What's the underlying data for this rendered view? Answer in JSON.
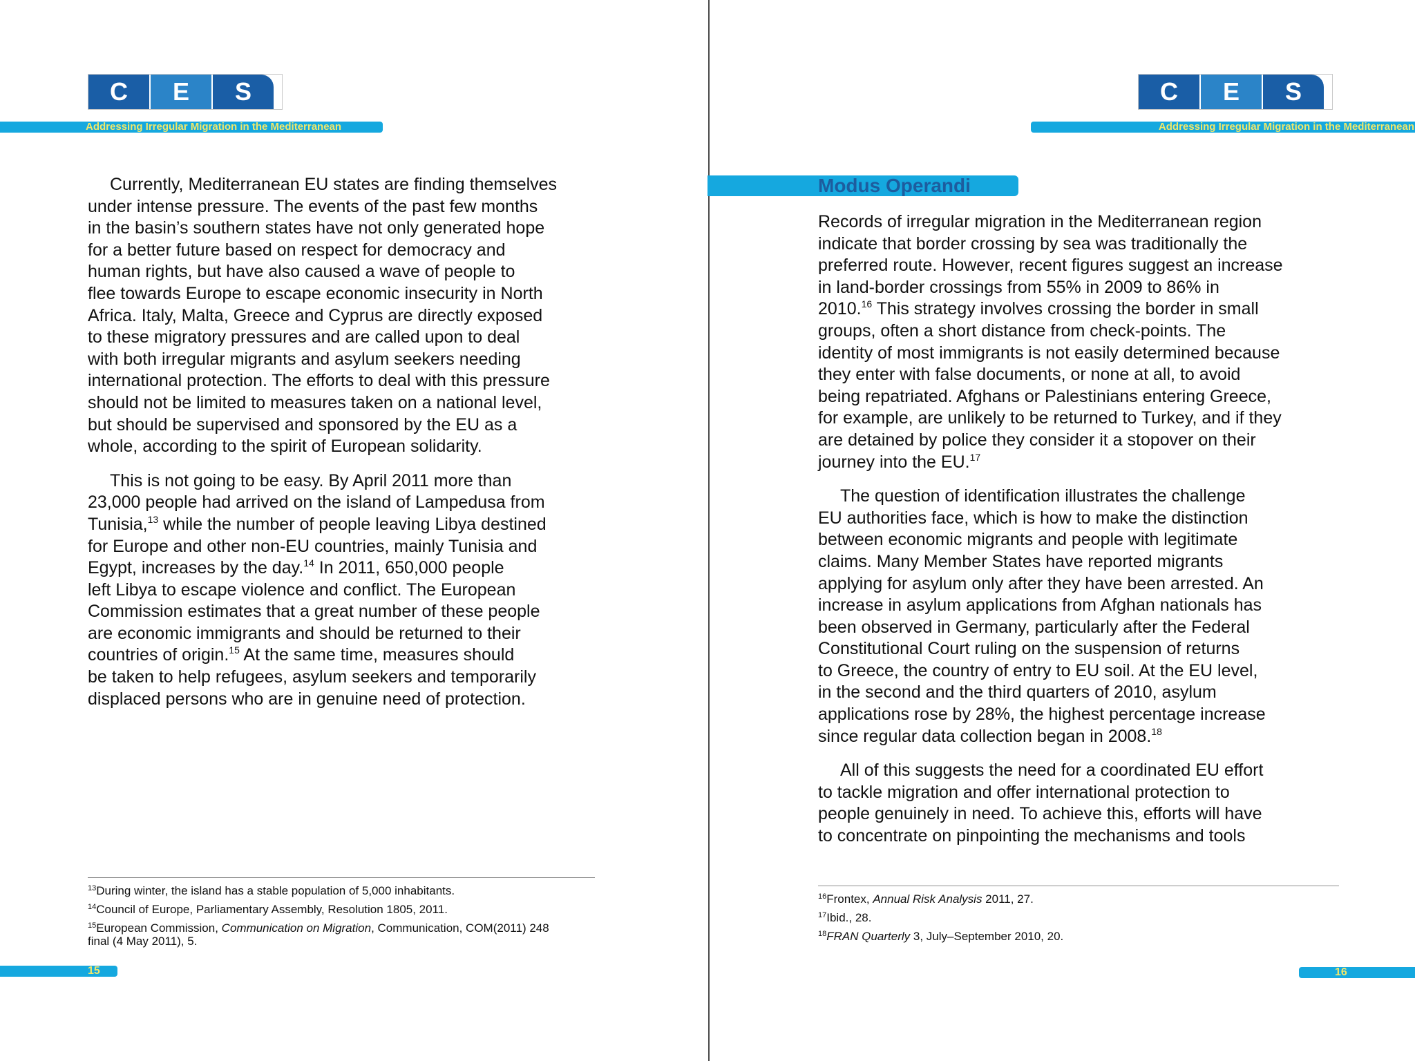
{
  "logo": {
    "letters": [
      "C",
      "E",
      "S"
    ]
  },
  "header": {
    "running_title": "Addressing Irregular Migration in the Mediterranean"
  },
  "left_page": {
    "page_number": "15",
    "paragraphs": [
      [
        "Currently, Mediterranean EU states are finding themselves",
        "under intense pressure. The events of the past few months",
        "in the basin’s southern states have not only generated hope",
        "for a better future based on respect for democracy and",
        "human rights, but have also caused a wave of people to",
        "flee towards Europe to escape economic insecurity in North",
        "Africa. Italy, Malta, Greece and Cyprus are directly exposed",
        "to these migratory pressures and are called upon to deal",
        "with both irregular migrants and asylum seekers needing",
        "international protection. The efforts to deal with this pressure",
        "should not be limited to measures taken on a national level,",
        "but should be supervised and sponsored by the EU as a",
        "whole, according to the spirit of European solidarity."
      ],
      {
        "l1": "This is not going to be easy. By April 2011 more than",
        "l2": "23,000 people had arrived on the island of Lampedusa from",
        "l3a": "Tunisia,",
        "l3sup": "13",
        "l3b": " while the number of people leaving Libya destined",
        "l4": "for Europe and other non-EU countries, mainly Tunisia and",
        "l5a": "Egypt, increases by the day.",
        "l5sup": "14",
        "l5b": " In 2011, 650,000 people",
        "l6": "left Libya to escape violence and conflict. The European",
        "l7": "Commission estimates that a great number of these people",
        "l8": "are economic immigrants and should be returned to their",
        "l9a": "countries of origin.",
        "l9sup": "15",
        "l9b": " At the same time, measures should",
        "l10": "be taken to help refugees, asylum seekers and temporarily",
        "l11": "displaced persons who are in genuine need of protection."
      }
    ],
    "footnotes": {
      "fn13": {
        "num": "13",
        "text": "During winter, the island has a stable population of 5,000 inhabitants."
      },
      "fn14": {
        "num": "14",
        "text": "Council of Europe, Parliamentary Assembly, Resolution 1805, 2011."
      },
      "fn15": {
        "num": "15",
        "pre": "European Commission, ",
        "italic": "Communication on Migration",
        "post": ", Communication, COM(2011) 248",
        "line2": "final (4 May 2011), 5."
      }
    }
  },
  "right_page": {
    "page_number": "16",
    "section_title": "Modus Operandi",
    "p1": {
      "l1": "Records of irregular migration in the Mediterranean region",
      "l2": "indicate that border crossing by sea was traditionally the",
      "l3": "preferred route. However, recent figures suggest an increase",
      "l4": "in land-border crossings from 55% in 2009 to 86% in",
      "l5a": "2010.",
      "l5sup": "16",
      "l5b": " This strategy involves crossing the border in small",
      "l6": "groups, often a short distance from check-points. The",
      "l7": "identity of most immigrants is not easily determined because",
      "l8": "they enter with false documents, or none at all, to avoid",
      "l9": "being repatriated. Afghans or Palestinians entering Greece,",
      "l10": "for example, are unlikely to be returned to Turkey, and if they",
      "l11": "are detained by police they consider it a stopover on their",
      "l12a": "journey into the EU.",
      "l12sup": "17"
    },
    "p2": {
      "l1": "The question of identification illustrates the challenge",
      "l2": "EU authorities face, which is how to make the distinction",
      "l3": "between economic migrants and people with legitimate",
      "l4": "claims. Many Member States have reported migrants",
      "l5": "applying for asylum only after they have been arrested. An",
      "l6": "increase in asylum applications from Afghan nationals has",
      "l7": "been observed in Germany, particularly after the Federal",
      "l8": "Constitutional Court ruling on the suspension of returns",
      "l9": "to Greece, the country of entry to EU soil. At the EU level,",
      "l10": "in the second and the third quarters of 2010, asylum",
      "l11": "applications rose by 28%, the highest percentage increase",
      "l12a": "since regular data collection began in 2008.",
      "l12sup": "18"
    },
    "p3": {
      "l1": "All of this suggests the need for a coordinated EU effort",
      "l2": "to tackle migration and offer international protection to",
      "l3": "people genuinely in need. To achieve this, efforts will have",
      "l4": "to concentrate on pinpointing the mechanisms and tools"
    },
    "footnotes": {
      "fn16": {
        "num": "16",
        "pre": "Frontex, ",
        "italic": "Annual Risk Analysis",
        "post": " 2011, 27."
      },
      "fn17": {
        "num": "17",
        "text": "Ibid., 28."
      },
      "fn18": {
        "num": "18",
        "italic": "FRAN Quarterly",
        "post": " 3, July–September 2010, 20."
      }
    }
  }
}
